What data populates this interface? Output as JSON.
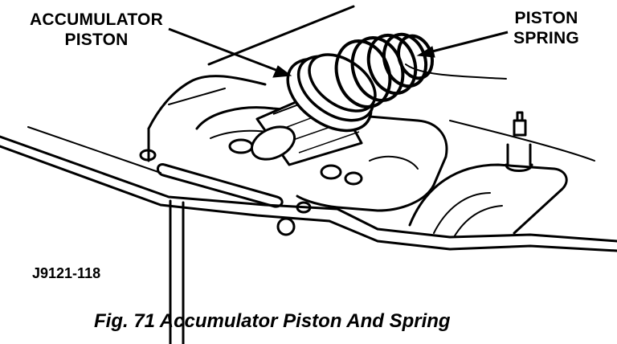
{
  "callouts": {
    "accumulator_piston": [
      "ACCUMULATOR",
      "PISTON"
    ],
    "piston_spring": [
      "PISTON",
      "SPRING"
    ]
  },
  "figure_code": "J9121-118",
  "caption": "Fig. 71 Accumulator Piston And Spring"
}
